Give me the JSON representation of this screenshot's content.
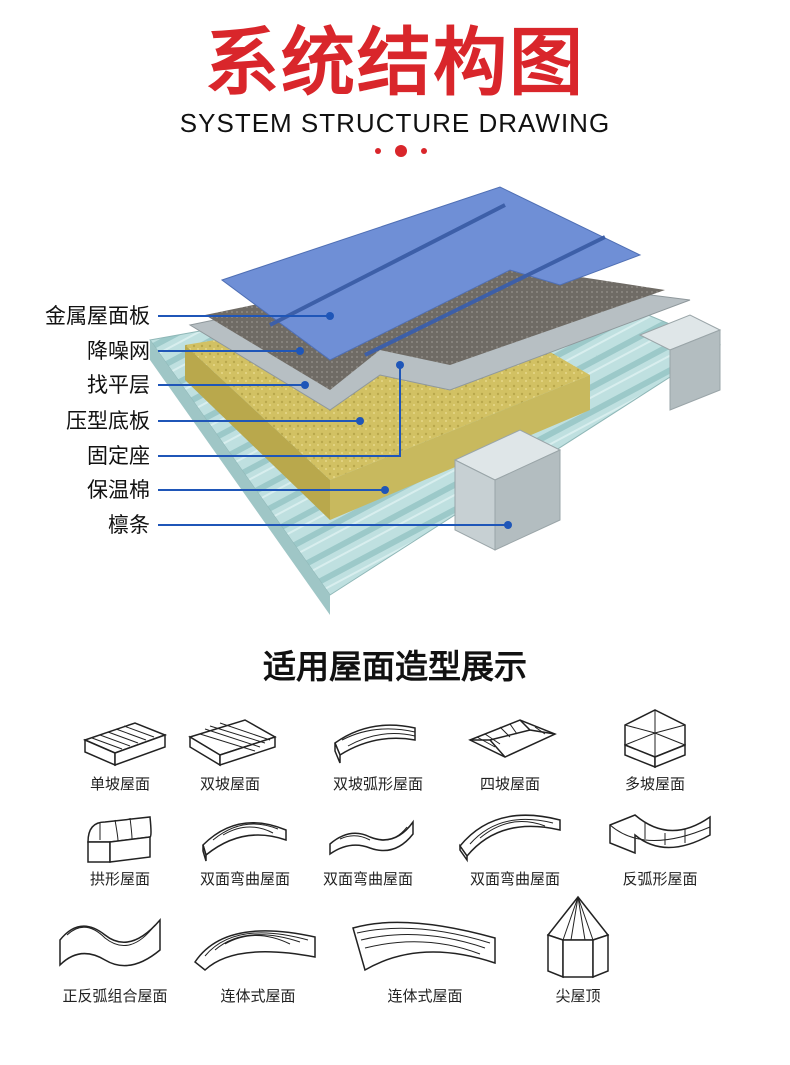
{
  "header": {
    "title": "系统结构图",
    "subtitle_en": "SYSTEM STRUCTURE DRAWING"
  },
  "structure": {
    "layers": [
      {
        "label": "金属屋面板",
        "icon": "metal-roof-panel"
      },
      {
        "label": "降噪网",
        "icon": "noise-reduction-mesh"
      },
      {
        "label": "找平层",
        "icon": "leveling-layer"
      },
      {
        "label": "压型底板",
        "icon": "profiled-base-plate"
      },
      {
        "label": "固定座",
        "icon": "fixing-seat"
      },
      {
        "label": "保温棉",
        "icon": "insulation-wool"
      },
      {
        "label": "檩条",
        "icon": "purlin"
      }
    ],
    "colors": {
      "panel_blue": "#6f8fd6",
      "mesh_gray": "#7a7670",
      "leveling_gray": "#b8c0c4",
      "deck_cyan": "#b9dcdc",
      "wool_yellow": "#d6c56a",
      "purlin_gray": "#cfd6d8",
      "leader_blue": "#1f56b8"
    }
  },
  "showcase": {
    "title": "适用屋面造型展示",
    "shapes": [
      {
        "label": "单坡屋面",
        "icon": "single-slope-roof-icon"
      },
      {
        "label": "双坡屋面",
        "icon": "double-slope-roof-icon"
      },
      {
        "label": "双坡弧形屋面",
        "icon": "double-slope-arc-roof-icon"
      },
      {
        "label": "四坡屋面",
        "icon": "four-slope-roof-icon"
      },
      {
        "label": "多坡屋面",
        "icon": "multi-slope-roof-icon"
      },
      {
        "label": "拱形屋面",
        "icon": "arched-roof-icon"
      },
      {
        "label": "双面弯曲屋面",
        "icon": "double-curved-roof-icon-1"
      },
      {
        "label": "双面弯曲屋面",
        "icon": "double-curved-roof-icon-2"
      },
      {
        "label": "双面弯曲屋面",
        "icon": "double-curved-roof-icon-3"
      },
      {
        "label": "反弧形屋面",
        "icon": "reverse-arc-roof-icon"
      },
      {
        "label": "正反弧组合屋面",
        "icon": "combined-arc-roof-icon"
      },
      {
        "label": "连体式屋面",
        "icon": "conjoined-roof-icon-1"
      },
      {
        "label": "连体式屋面",
        "icon": "conjoined-roof-icon-2"
      },
      {
        "label": "尖屋顶",
        "icon": "pointed-roof-icon"
      }
    ]
  }
}
